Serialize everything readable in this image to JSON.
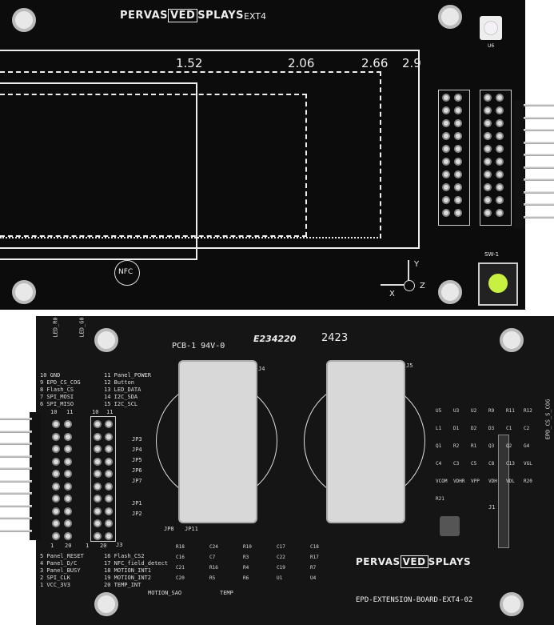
{
  "top_board": {
    "logo": {
      "pre": "PERVAS",
      "box": "VED",
      "post": "SPLAYS"
    },
    "name": "EXT4",
    "sizes": [
      "1.52",
      "2.06",
      "2.66",
      "2.9"
    ],
    "led_label": "U6",
    "switch_label": "SW-1",
    "nfc_label": "NFC",
    "axes": {
      "x": "X",
      "y": "Y",
      "z": "Z"
    },
    "led_color": "#c8f040"
  },
  "bottom_board": {
    "cert": "PCB-1 94V-0",
    "ul": "E234220",
    "date": "2423",
    "j4": "J4",
    "j5": "J5",
    "j3": "J3",
    "j1": "J1",
    "leds": [
      "LED_R0",
      "LED_G0"
    ],
    "pins_top": [
      "10 GND",
      "9 EPD_CS_COG",
      "8 Flash_CS",
      "7 SPI_MOSI",
      "6 SPI_MISO"
    ],
    "pins_top_r": [
      "11 Panel_POWER",
      "12 Button",
      "13 LED_DATA",
      "14 I2C_SDA",
      "15 I2C_SCL"
    ],
    "pins_bot": [
      "5 Panel_RESET",
      "4 Panel_D/C",
      "3 Panel_BUSY",
      "2 SPI_CLK",
      "1 VCC_3V3"
    ],
    "pins_bot_r": [
      "16 Flash_CS2",
      "17 NFC_field_detect",
      "18 MOTION_INT1",
      "19 MOTION_INT2",
      "20 TEMP_INT"
    ],
    "hdr_nums": [
      "10",
      "11",
      "10",
      "11",
      "1",
      "20",
      "1",
      "20"
    ],
    "jumpers": [
      "JP3",
      "JP4",
      "JP5",
      "JP6",
      "JP7",
      "JP1",
      "JP2",
      "JP8",
      "JP11"
    ],
    "components": [
      "R18",
      "C24",
      "R10",
      "C17",
      "C18",
      "C16",
      "C7",
      "R3",
      "C22",
      "R17",
      "C21",
      "R16",
      "R4",
      "C19",
      "R7",
      "C20",
      "R5",
      "R6",
      "U1",
      "U4",
      "U5",
      "U3",
      "U2",
      "R9",
      "R11",
      "R12",
      "L1",
      "D1",
      "D2",
      "D3",
      "C1",
      "C2",
      "Q1",
      "R2",
      "R1",
      "Q3",
      "Q2",
      "G4",
      "C4",
      "C3",
      "C5",
      "C8",
      "C13",
      "VGL",
      "VCOM",
      "VDHR",
      "VPP",
      "VDH",
      "VDL",
      "R20",
      "R21"
    ],
    "epd_cs": "EPD_CS_S_COG",
    "logo": {
      "pre": "PERVAS",
      "box": "VED",
      "post": "SPLAYS"
    },
    "board_name": "EPD-EXTENSION-BOARD-EXT4-02",
    "motion": "MOTION_SAO",
    "temp": "TEMP"
  }
}
